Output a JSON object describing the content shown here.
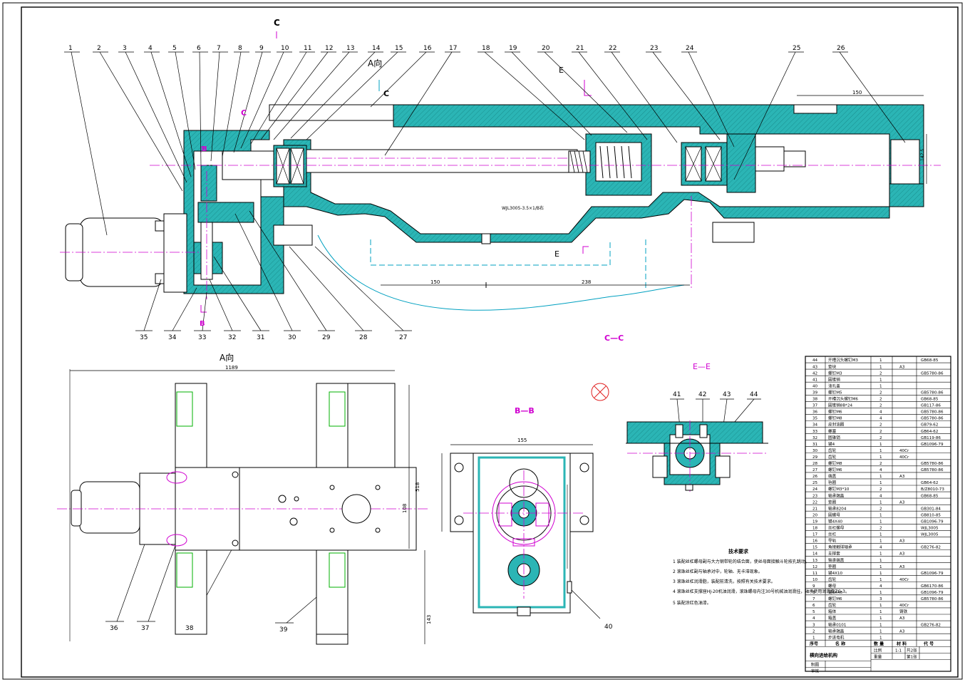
{
  "colors": {
    "hatch": "#2bb5b5",
    "centerline": "#d000d0",
    "holes": "#00b000",
    "leader": "#000000"
  },
  "part_numbers_top": [
    "1",
    "2",
    "3",
    "4",
    "5",
    "6",
    "7",
    "8",
    "9",
    "10",
    "11",
    "12",
    "13",
    "14",
    "15",
    "16",
    "17",
    "18",
    "19",
    "20",
    "21",
    "22",
    "23",
    "24",
    "25",
    "26"
  ],
  "part_numbers_bottom": [
    "35",
    "34",
    "33",
    "32",
    "31",
    "30",
    "29",
    "28",
    "27"
  ],
  "part_numbers_aview": [
    "36",
    "37",
    "38",
    "39"
  ],
  "part_numbers_ee": [
    "41",
    "42",
    "43",
    "44"
  ],
  "part_number_40": "40",
  "section_labels": {
    "c_top": "C",
    "a_dir": "A向",
    "c_mid": "C",
    "c_left": "C",
    "b_top": "B",
    "b_bot": "B",
    "e_top": "E",
    "e_bot": "E",
    "cc": "C—C",
    "a_view": "A向",
    "bb": "B—B",
    "ee": "E—E"
  },
  "dims": {
    "d150_top": "150",
    "d1425": "142.5",
    "d150": "150",
    "d238": "238",
    "d1189": "1189",
    "d518": "518",
    "d143": "143",
    "d155": "155",
    "d108": "108"
  },
  "callouts": {
    "screw_spec": "WJL3005-3.5×1/B右"
  },
  "tech_req": {
    "title": "技术要求",
    "items": [
      "1  装配丝杠螺母副与大力钢带轮的结合面，使丝母面接触斗轮按孔跳动。",
      "2  滚珠丝杠副与轴承对中，轮轴、无卡滞现象。",
      "3  滚珠丝杠润滑脂，装配前清洗，按照有关技术要求。",
      "4  滚珠丝杠支撑座HJ-20机油润滑，滚珠螺母内注30号机械油润滑挂，轴承使用润滑脂ZG-3。",
      "5  装配涂红色油漆。"
    ]
  },
  "bom": [
    {
      "no": "44",
      "name": "开槽沉头螺钉M3",
      "qty": "1",
      "mat": "",
      "code": "GB68-85"
    },
    {
      "no": "43",
      "name": "垫块",
      "qty": "1",
      "mat": "A3",
      "code": ""
    },
    {
      "no": "42",
      "name": "螺钉M3",
      "qty": "2",
      "mat": "",
      "code": "GB5780-86"
    },
    {
      "no": "41",
      "name": "圆锥销",
      "qty": "1",
      "mat": "",
      "code": ""
    },
    {
      "no": "40",
      "name": "油孔盖",
      "qty": "1",
      "mat": "",
      "code": ""
    },
    {
      "no": "39",
      "name": "螺钉M5",
      "qty": "2",
      "mat": "",
      "code": "GB5780-86"
    },
    {
      "no": "38",
      "name": "开槽沉头螺钉M6",
      "qty": "2",
      "mat": "",
      "code": "GB68-85"
    },
    {
      "no": "37",
      "name": "圆锥销8B*24",
      "qty": "2",
      "mat": "",
      "code": "GB117-86"
    },
    {
      "no": "36",
      "name": "螺钉M6",
      "qty": "4",
      "mat": "",
      "code": "GB5780-86"
    },
    {
      "no": "35",
      "name": "螺钉M8",
      "qty": "4",
      "mat": "",
      "code": "GB5780-86"
    },
    {
      "no": "34",
      "name": "皮封油圈",
      "qty": "2",
      "mat": "",
      "code": "GB79-62"
    },
    {
      "no": "33",
      "name": "螺塞",
      "qty": "2",
      "mat": "",
      "code": "GB64-62"
    },
    {
      "no": "32",
      "name": "圆锥销",
      "qty": "2",
      "mat": "",
      "code": "GB119-86"
    },
    {
      "no": "31",
      "name": "键4",
      "qty": "1",
      "mat": "",
      "code": "GB1096-79"
    },
    {
      "no": "30",
      "name": "齿轮",
      "qty": "1",
      "mat": "40Cr",
      "code": ""
    },
    {
      "no": "29",
      "name": "齿轮",
      "qty": "1",
      "mat": "40Cr",
      "code": ""
    },
    {
      "no": "28",
      "name": "螺钉M8",
      "qty": "2",
      "mat": "",
      "code": "GB5780-86"
    },
    {
      "no": "27",
      "name": "螺钉M6",
      "qty": "4",
      "mat": "",
      "code": "GB5780-86"
    },
    {
      "no": "26",
      "name": "端盖",
      "qty": "1",
      "mat": "A3",
      "code": ""
    },
    {
      "no": "25",
      "name": "毡圈",
      "qty": "1",
      "mat": "",
      "code": "GB64-62"
    },
    {
      "no": "24",
      "name": "螺钉M3*10",
      "qty": "2",
      "mat": "",
      "code": "B/Z8010-73"
    },
    {
      "no": "23",
      "name": "轴承端盖",
      "qty": "4",
      "mat": "",
      "code": "GB68-85"
    },
    {
      "no": "22",
      "name": "垫圈",
      "qty": "1",
      "mat": "A3",
      "code": ""
    },
    {
      "no": "21",
      "name": "轴承8204",
      "qty": "2",
      "mat": "",
      "code": "GB301-84"
    },
    {
      "no": "20",
      "name": "圆螺母",
      "qty": "1",
      "mat": "",
      "code": "GB810-85"
    },
    {
      "no": "19",
      "name": "键4X40",
      "qty": "1",
      "mat": "",
      "code": "GB1096-79"
    },
    {
      "no": "18",
      "name": "丝杠螺母",
      "qty": "2",
      "mat": "",
      "code": "WJL3005"
    },
    {
      "no": "17",
      "name": "丝杠",
      "qty": "1",
      "mat": "",
      "code": "WJL3005"
    },
    {
      "no": "16",
      "name": "导轨",
      "qty": "1",
      "mat": "A3",
      "code": ""
    },
    {
      "no": "15",
      "name": "角接触球轴承",
      "qty": "4",
      "mat": "",
      "code": "GB276-82"
    },
    {
      "no": "14",
      "name": "支撑套",
      "qty": "1",
      "mat": "A3",
      "code": ""
    },
    {
      "no": "13",
      "name": "轴承端盖",
      "qty": "1",
      "mat": "",
      "code": ""
    },
    {
      "no": "12",
      "name": "垫圈",
      "qty": "1",
      "mat": "A3",
      "code": ""
    },
    {
      "no": "11",
      "name": "键4X10",
      "qty": "1",
      "mat": "",
      "code": "GB1096-79"
    },
    {
      "no": "10",
      "name": "齿轮",
      "qty": "1",
      "mat": "40Cr",
      "code": ""
    },
    {
      "no": "9",
      "name": "螺母",
      "qty": "4",
      "mat": "",
      "code": "GB6170-86"
    },
    {
      "no": "8",
      "name": "键4X46",
      "qty": "1",
      "mat": "",
      "code": "GB1096-79"
    },
    {
      "no": "7",
      "name": "螺钉M6",
      "qty": "3",
      "mat": "",
      "code": "GB5780-86"
    },
    {
      "no": "6",
      "name": "齿轮",
      "qty": "1",
      "mat": "40Cr",
      "code": ""
    },
    {
      "no": "5",
      "name": "箱体",
      "qty": "1",
      "mat": "铸铁",
      "code": ""
    },
    {
      "no": "4",
      "name": "箱盖",
      "qty": "1",
      "mat": "A3",
      "code": ""
    },
    {
      "no": "3",
      "name": "轴承0101",
      "qty": "1",
      "mat": "",
      "code": "GB276-82"
    },
    {
      "no": "2",
      "name": "轴承端盖",
      "qty": "1",
      "mat": "A3",
      "code": ""
    },
    {
      "no": "1",
      "name": "步进电机",
      "qty": "1",
      "mat": "",
      "code": ""
    }
  ],
  "bom_header": {
    "no": "序号",
    "name": "名 称",
    "qty": "数 量",
    "mat": "材 料",
    "code": "代 号"
  },
  "title_block": {
    "title": "横向进给机构",
    "scale_label": "比例",
    "scale": "1:1",
    "sheets": "共2张",
    "weight_label": "重量",
    "sheet_no": "第1张",
    "drawn": "制图",
    "checked": "审核"
  }
}
